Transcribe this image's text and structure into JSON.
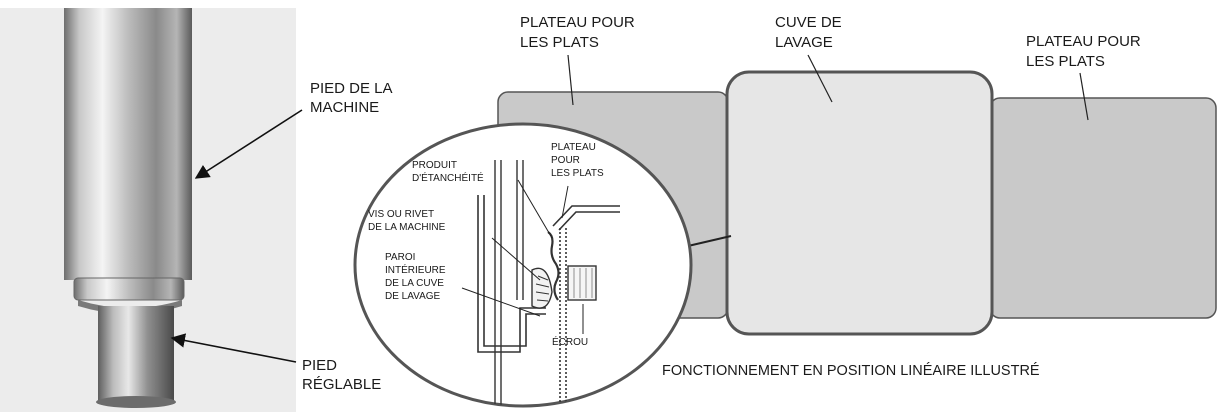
{
  "photo": {
    "label_top": [
      "PIED DE LA",
      "MACHINE"
    ],
    "label_bottom": [
      "PIED",
      "RÉGLABLE"
    ]
  },
  "diagram": {
    "left_tray": [
      "PLATEAU POUR",
      "LES PLATS"
    ],
    "wash_tank": [
      "CUVE DE",
      "LAVAGE"
    ],
    "right_tray": [
      "PLATEAU POUR",
      "LES PLATS"
    ],
    "caption": "FONCTIONNEMENT EN POSITION LINÉAIRE ILLUSTRÉ"
  },
  "detail": {
    "sealant": [
      "PRODUIT",
      "D'ÉTANCHÉITÉ"
    ],
    "tray": [
      "PLATEAU",
      "POUR",
      "LES PLATS"
    ],
    "screw": [
      "VIS OU RIVET",
      "DE LA MACHINE"
    ],
    "wall": [
      "PAROI",
      "INTÉRIEURE",
      "DE LA CUVE",
      "DE LAVAGE"
    ],
    "nut": "ÉCROU"
  },
  "colors": {
    "tray_fill": "#c9c9c9",
    "tank_fill": "#e6e6e6",
    "outline": "#555555",
    "photo_bg": "#ececec"
  }
}
